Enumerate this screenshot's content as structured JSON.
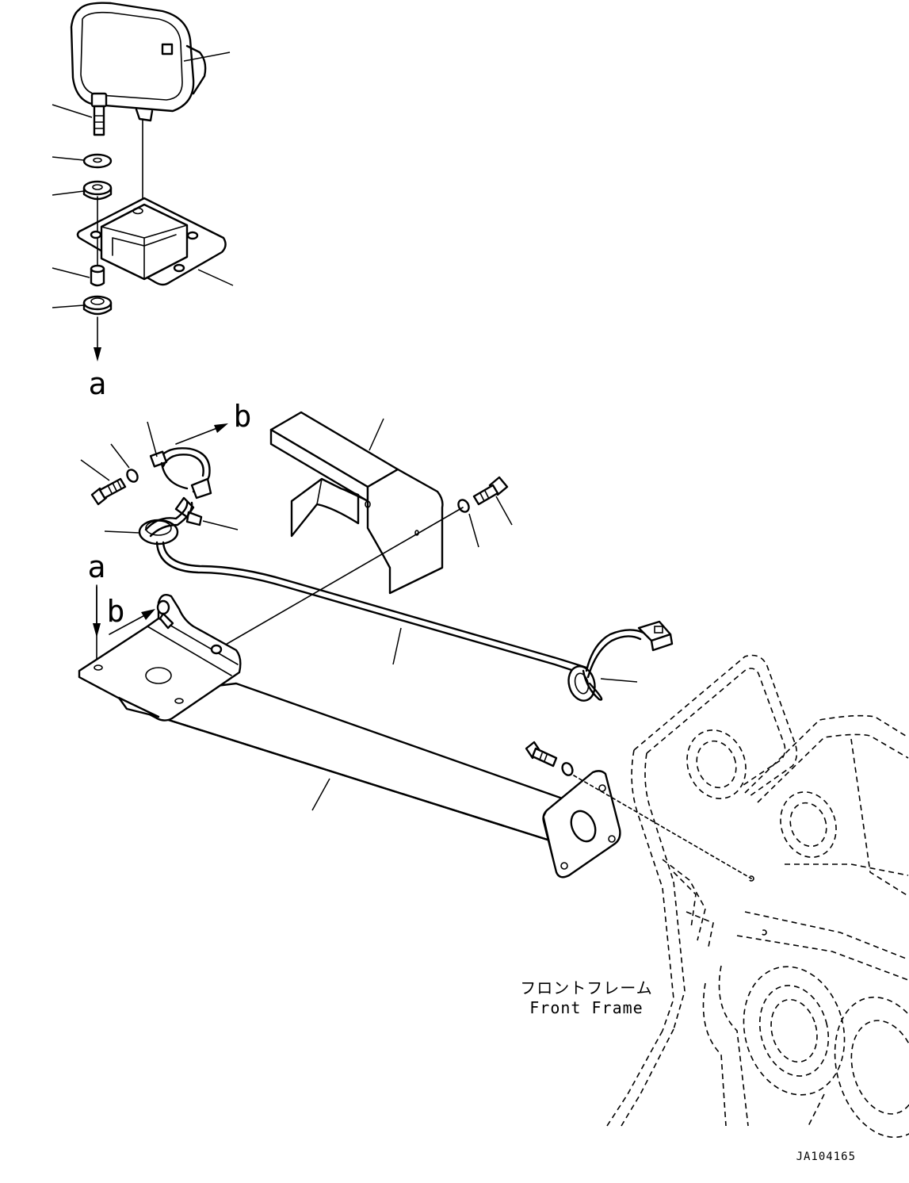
{
  "callouts": {
    "a_top": "a",
    "b_top": "b",
    "a_mid": "a",
    "b_mid": "b"
  },
  "frame_label": {
    "japanese": "フロントフレーム",
    "english": "Front Frame"
  },
  "drawing_code": "JA104165"
}
